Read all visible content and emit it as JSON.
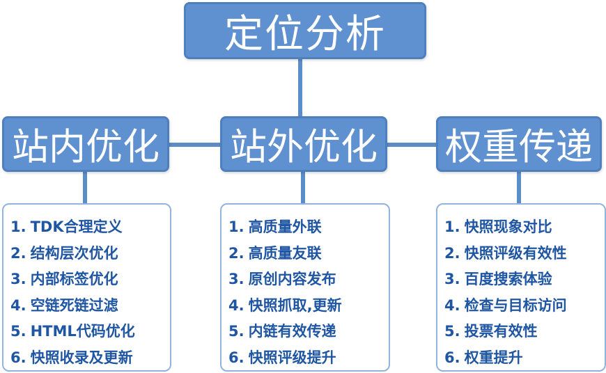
{
  "root": {
    "label": "定位分析"
  },
  "branches": [
    {
      "label": "站内优化",
      "items": [
        {
          "num": "1.",
          "text": "TDK合理定义"
        },
        {
          "num": "2.",
          "text": "结构层次优化"
        },
        {
          "num": "3.",
          "text": "内部标签优化"
        },
        {
          "num": "4.",
          "text": "空链死链过滤"
        },
        {
          "num": "5.",
          "text": "HTML代码优化"
        },
        {
          "num": "6.",
          "text": "快照收录及更新"
        }
      ]
    },
    {
      "label": "站外优化",
      "items": [
        {
          "num": "1.",
          "text": "高质量外联"
        },
        {
          "num": "2.",
          "text": "高质量友联"
        },
        {
          "num": "3.",
          "text": "原创内容发布"
        },
        {
          "num": "4.",
          "text": "快照抓取,更新"
        },
        {
          "num": "5.",
          "text": "内链有效传递"
        },
        {
          "num": "6.",
          "text": "快照评级提升"
        }
      ]
    },
    {
      "label": "权重传递",
      "items": [
        {
          "num": "1.",
          "text": "快照现象对比"
        },
        {
          "num": "2.",
          "text": "快照评级有效性"
        },
        {
          "num": "3.",
          "text": "百度搜索体验"
        },
        {
          "num": "4.",
          "text": "检查与目标访问"
        },
        {
          "num": "5.",
          "text": "投票有效性"
        },
        {
          "num": "6.",
          "text": "权重提升"
        }
      ]
    }
  ],
  "colors": {
    "node_fill": "#5f90cf",
    "node_border": "#4f7fbd",
    "connector": "#5b8dc9",
    "list_text": "#1f56a3",
    "list_border": "#8fb4de"
  }
}
